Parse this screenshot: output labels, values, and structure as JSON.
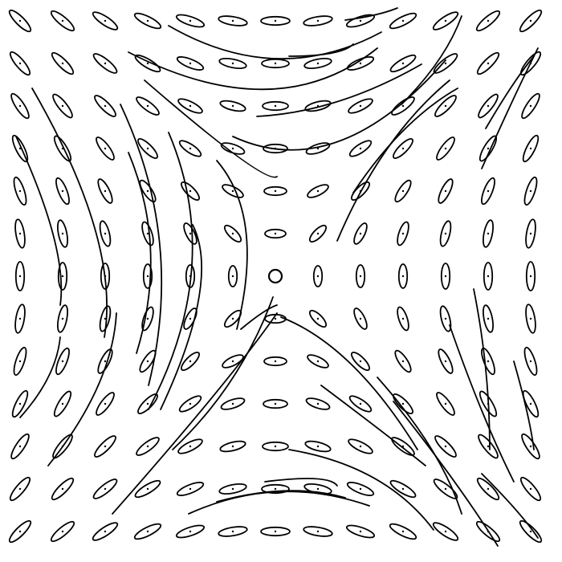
{
  "figure": {
    "description_free": true,
    "colors": {
      "background": "#ffffff",
      "ink": "#000000"
    },
    "field": {
      "grid_count": 13,
      "x_range": [
        -1,
        1
      ],
      "y_range": [
        -1,
        1
      ],
      "center_marker": "circle",
      "glyph": "ellipse-with-center-dot",
      "streamline_color": "#000000"
    }
  }
}
